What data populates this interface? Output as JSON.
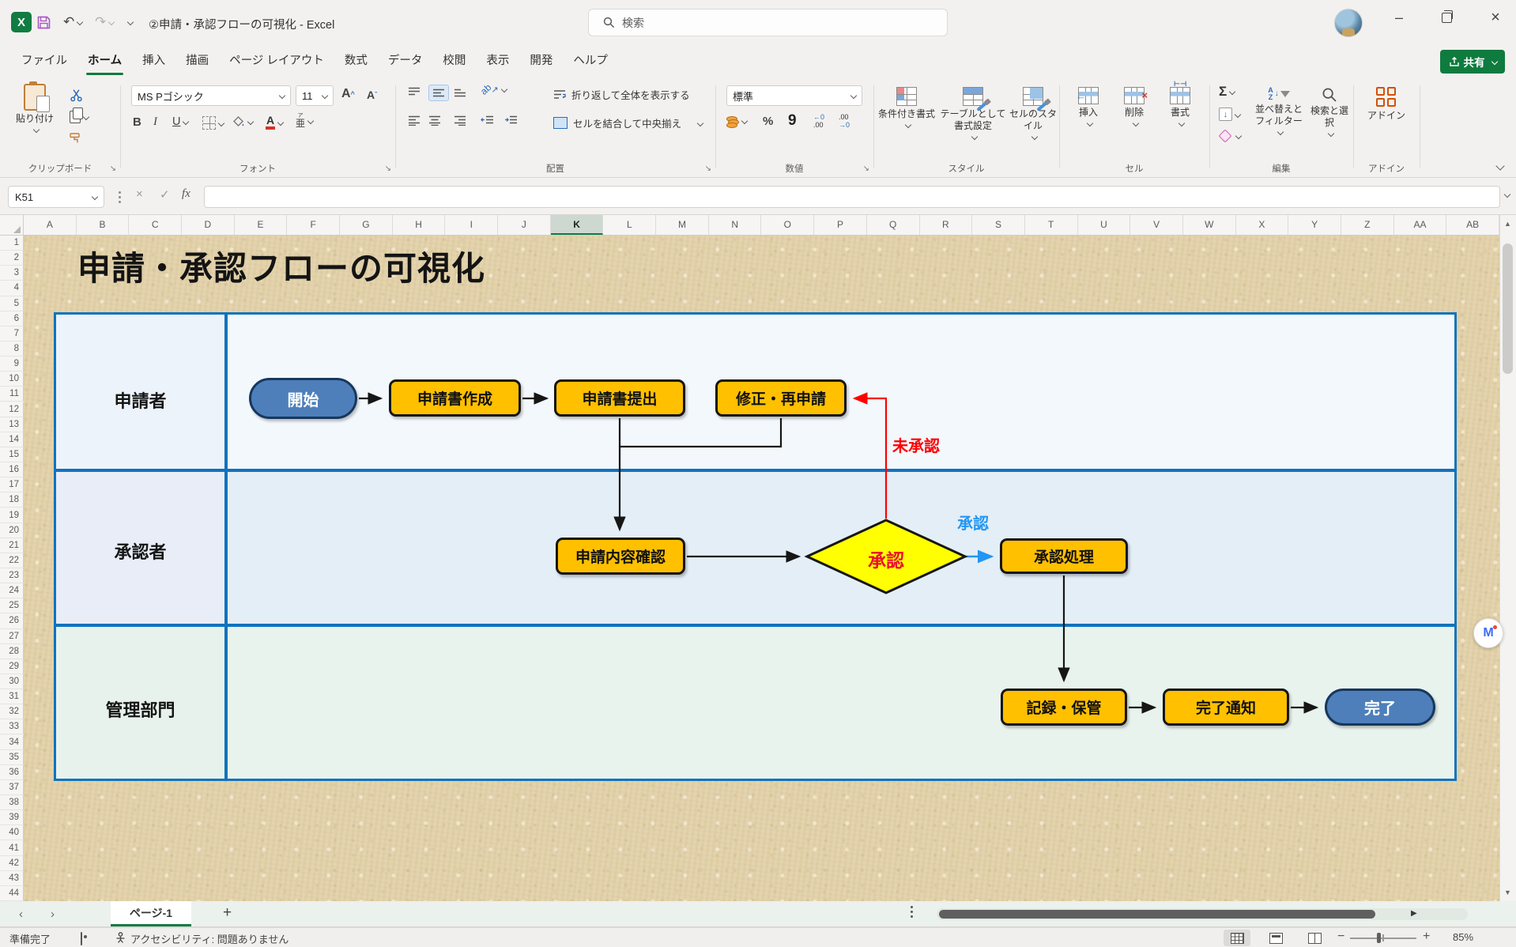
{
  "titlebar": {
    "title": "②申請・承認フローの可視化 - Excel",
    "search_placeholder": "検索"
  },
  "menu": {
    "tabs": [
      {
        "label": "ファイル"
      },
      {
        "label": "ホーム",
        "active": true
      },
      {
        "label": "挿入"
      },
      {
        "label": "描画"
      },
      {
        "label": "ページ レイアウト"
      },
      {
        "label": "数式"
      },
      {
        "label": "データ"
      },
      {
        "label": "校閲"
      },
      {
        "label": "表示"
      },
      {
        "label": "開発"
      },
      {
        "label": "ヘルプ"
      }
    ],
    "share_label": "共有"
  },
  "ribbon": {
    "clipboard": {
      "paste": "貼り付け",
      "group": "クリップボード"
    },
    "font": {
      "name": "MS Pゴシック",
      "size": "11",
      "bold": "B",
      "italic": "I",
      "underline": "U",
      "phonetic": "亜",
      "phonetic_small": "ア",
      "group": "フォント"
    },
    "alignment": {
      "orient": "ab",
      "wrap": "折り返して全体を表示する",
      "merge": "セルを結合して中央揃え",
      "group": "配置"
    },
    "number": {
      "format": "標準",
      "percent": "%",
      "comma": "9",
      "dec_left": "←.0\n.00",
      "dec_right": ".00\n→.0",
      "group": "数値"
    },
    "styles": {
      "buttons": [
        "条件付き書式",
        "テーブルとして書式設定",
        "セルのスタイル"
      ],
      "group": "スタイル"
    },
    "cells": {
      "buttons": [
        "挿入",
        "削除",
        "書式"
      ],
      "group": "セル"
    },
    "editing": {
      "sigma": "Σ",
      "sort_az": "AZ",
      "buttons": [
        "並べ替えとフィルター",
        "検索と選択"
      ],
      "group": "編集"
    },
    "addins": {
      "label": "アドイン",
      "group": "アドイン"
    }
  },
  "formula_bar": {
    "name_box": "K51",
    "fx": "fx",
    "cancel": "×",
    "enter": "✓"
  },
  "grid": {
    "columns": [
      "A",
      "B",
      "C",
      "D",
      "E",
      "F",
      "G",
      "H",
      "I",
      "J",
      "K",
      "L",
      "M",
      "N",
      "O",
      "P",
      "Q",
      "R",
      "S",
      "T",
      "U",
      "V",
      "W",
      "X",
      "Y",
      "Z",
      "AA",
      "AB"
    ],
    "selected_column": "K",
    "row_count": 44
  },
  "sheet": {
    "title": "申請・承認フローの可視化",
    "flowchart": {
      "lanes": [
        {
          "label": "申請者"
        },
        {
          "label": "承認者"
        },
        {
          "label": "管理部門"
        }
      ],
      "nodes": {
        "start": {
          "label": "開始"
        },
        "create": {
          "label": "申請書作成"
        },
        "submit": {
          "label": "申請書提出"
        },
        "revise": {
          "label": "修正・再申請"
        },
        "review": {
          "label": "申請内容確認"
        },
        "decision": {
          "label": "承認"
        },
        "approve_process": {
          "label": "承認処理"
        },
        "record": {
          "label": "記録・保管"
        },
        "notify": {
          "label": "完了通知"
        },
        "end": {
          "label": "完了"
        }
      },
      "edge_labels": {
        "rejected": "未承認",
        "approved": "承認"
      },
      "colors": {
        "terminal_fill": "#4E7FBA",
        "terminal_border": "#17375E",
        "process_fill": "#FFC000",
        "process_border": "#161616",
        "decision_fill": "#FFFF00",
        "decision_text": "#E8112D",
        "reject_line": "#FF0000",
        "approve_line": "#2196F3",
        "lane_border": "#1173BC"
      }
    }
  },
  "sheet_tabs": {
    "active": "ページ-1",
    "add": "+"
  },
  "status_bar": {
    "ready": "準備完了",
    "accessibility": "アクセシビリティ: 問題ありません",
    "zoom_level": "85%"
  }
}
